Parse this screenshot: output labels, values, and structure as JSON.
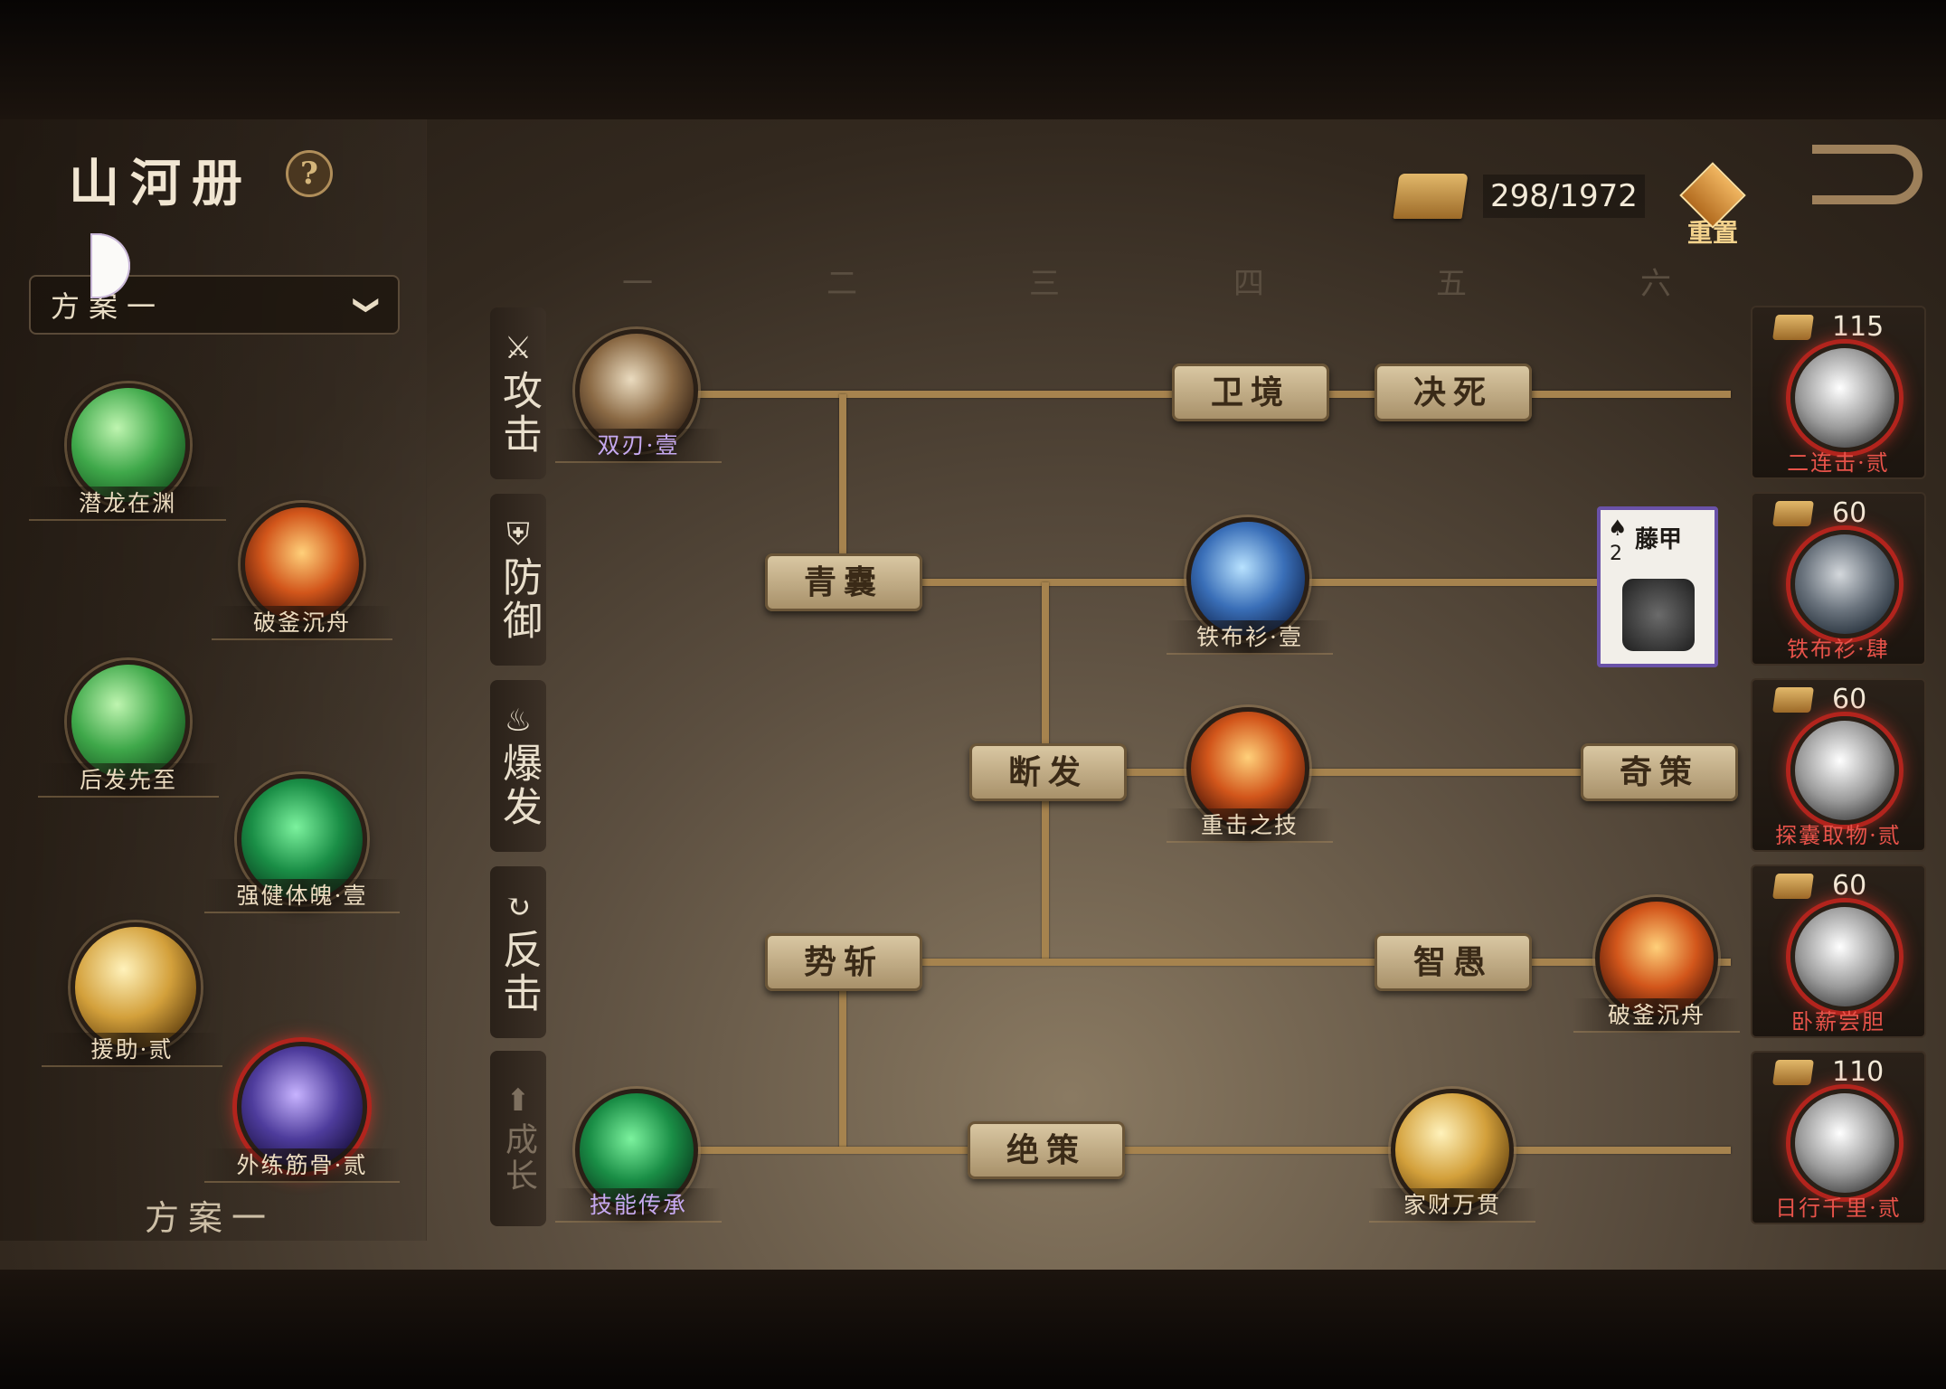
{
  "header": {
    "title": "山河册",
    "help_icon": "question-circle-icon",
    "help_symbol": "?"
  },
  "resources": {
    "current": "298",
    "separator": "/",
    "total": "1972",
    "reset_label": "重置"
  },
  "plan": {
    "dropdown_label": "方案一",
    "dropdown_chevron": "❯",
    "footer_label": "方案一"
  },
  "left_talents": [
    {
      "name": "潜龙在渊"
    },
    {
      "name": "破釜沉舟"
    },
    {
      "name": "后发先至"
    },
    {
      "name": "强健体魄·壹"
    },
    {
      "name": "援助·贰"
    },
    {
      "name": "外练筋骨·贰"
    }
  ],
  "categories": [
    {
      "icon": "⚔",
      "label": "攻击"
    },
    {
      "icon": "⛨",
      "label": "防御"
    },
    {
      "icon": "♨",
      "label": "爆发"
    },
    {
      "icon": "↻",
      "label": "反击"
    },
    {
      "icon": "⬆",
      "label": "成长"
    }
  ],
  "columns": [
    "一",
    "二",
    "三",
    "四",
    "五",
    "六"
  ],
  "tree": {
    "nodes": {
      "weijing": "卫境",
      "juesi": "决死",
      "qingnang": "青囊",
      "duanfa": "断发",
      "qice": "奇策",
      "shizhan": "势斩",
      "zhiyu": "智愚",
      "juece": "绝策"
    },
    "skills": {
      "shuangren": "双刃·壹",
      "tiebushan": "铁布衫·壹",
      "zhongji": "重击之技",
      "pofu": "破釜沉舟",
      "jiyi": "技能传承",
      "jiacai": "家财万贯"
    },
    "equip_card": {
      "suit": "♠",
      "number": "2",
      "name": "藤甲"
    }
  },
  "right_rewards": [
    {
      "cost": "115",
      "name": "二连击·贰"
    },
    {
      "cost": "60",
      "name": "铁布衫·肆"
    },
    {
      "cost": "60",
      "name": "探囊取物·贰"
    },
    {
      "cost": "60",
      "name": "卧薪尝胆"
    },
    {
      "cost": "110",
      "name": "日行千里·贰"
    }
  ]
}
